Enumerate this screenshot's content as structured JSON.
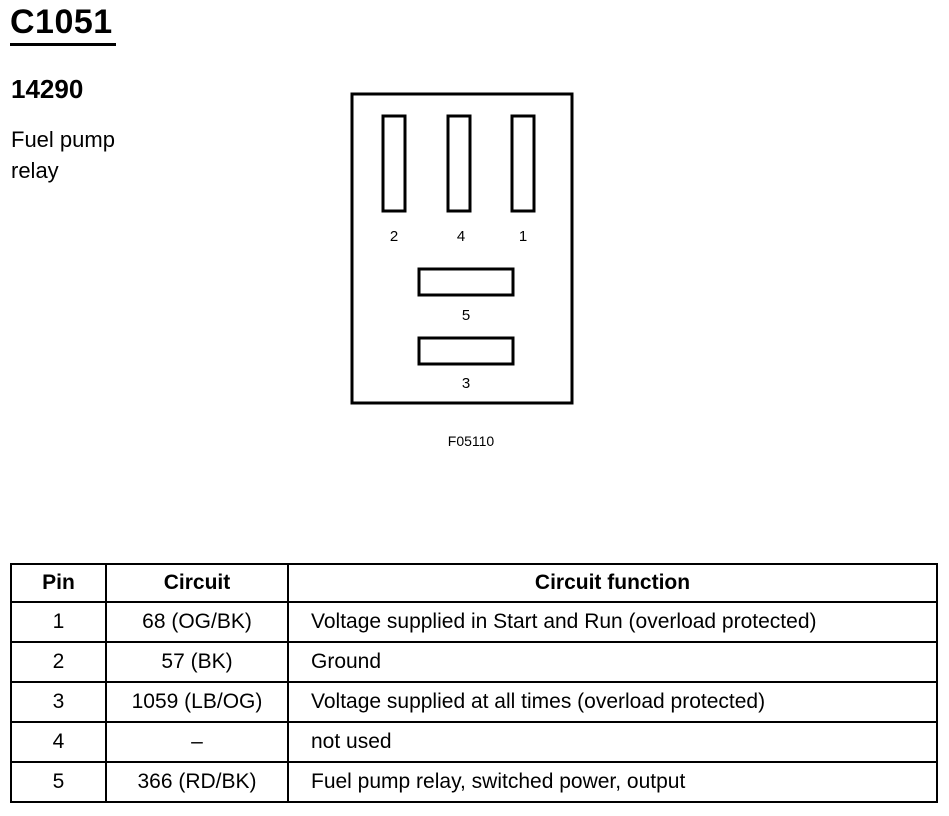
{
  "header": {
    "connector_id": "C1051",
    "part_number": "14290",
    "description": "Fuel pump relay"
  },
  "diagram": {
    "pins": [
      {
        "id": "2",
        "label": "2"
      },
      {
        "id": "4",
        "label": "4"
      },
      {
        "id": "1",
        "label": "1"
      },
      {
        "id": "5",
        "label": "5"
      },
      {
        "id": "3",
        "label": "3"
      }
    ],
    "figure_code": "F05110"
  },
  "table": {
    "headers": {
      "pin": "Pin",
      "circuit": "Circuit",
      "function": "Circuit function"
    },
    "rows": [
      {
        "pin": "1",
        "circuit": "68 (OG/BK)",
        "function": "Voltage supplied in Start and Run (overload protected)"
      },
      {
        "pin": "2",
        "circuit": "57 (BK)",
        "function": "Ground"
      },
      {
        "pin": "3",
        "circuit": "1059 (LB/OG)",
        "function": "Voltage supplied at all times (overload protected)"
      },
      {
        "pin": "4",
        "circuit": "–",
        "function": "not used"
      },
      {
        "pin": "5",
        "circuit": "366 (RD/BK)",
        "function": "Fuel pump relay, switched power, output"
      }
    ]
  }
}
